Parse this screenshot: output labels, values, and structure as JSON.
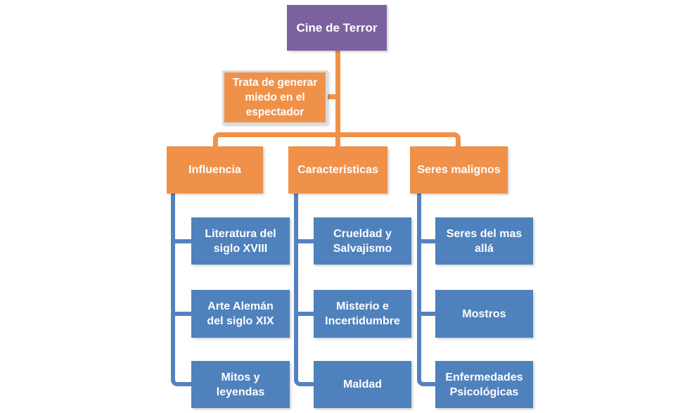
{
  "diagram": {
    "root_label": "Cine de Terror",
    "note_label": "Trata de generar miedo en el espectador",
    "branches": [
      {
        "label": "Influencia",
        "children": [
          "Literatura del siglo XVIII",
          "Arte Alemán del siglo XIX",
          "Mitos y leyendas"
        ]
      },
      {
        "label": "Características",
        "children": [
          "Crueldad y Salvajismo",
          "Misterio e Incertidumbre",
          "Maldad"
        ]
      },
      {
        "label": "Seres malignos",
        "children": [
          "Seres del mas allá",
          "Mostros",
          "Enfermedades Psicológicas"
        ]
      }
    ],
    "colors": {
      "root_fill": "#7C61A1",
      "branch_fill": "#F0914A",
      "leaf_fill": "#4F81BD",
      "connector_orange": "#F0914A",
      "connector_blue": "#5582BE",
      "note_border": "#D9DCDE",
      "text": "#FFFFFF",
      "background": "#FFFFFF"
    }
  }
}
